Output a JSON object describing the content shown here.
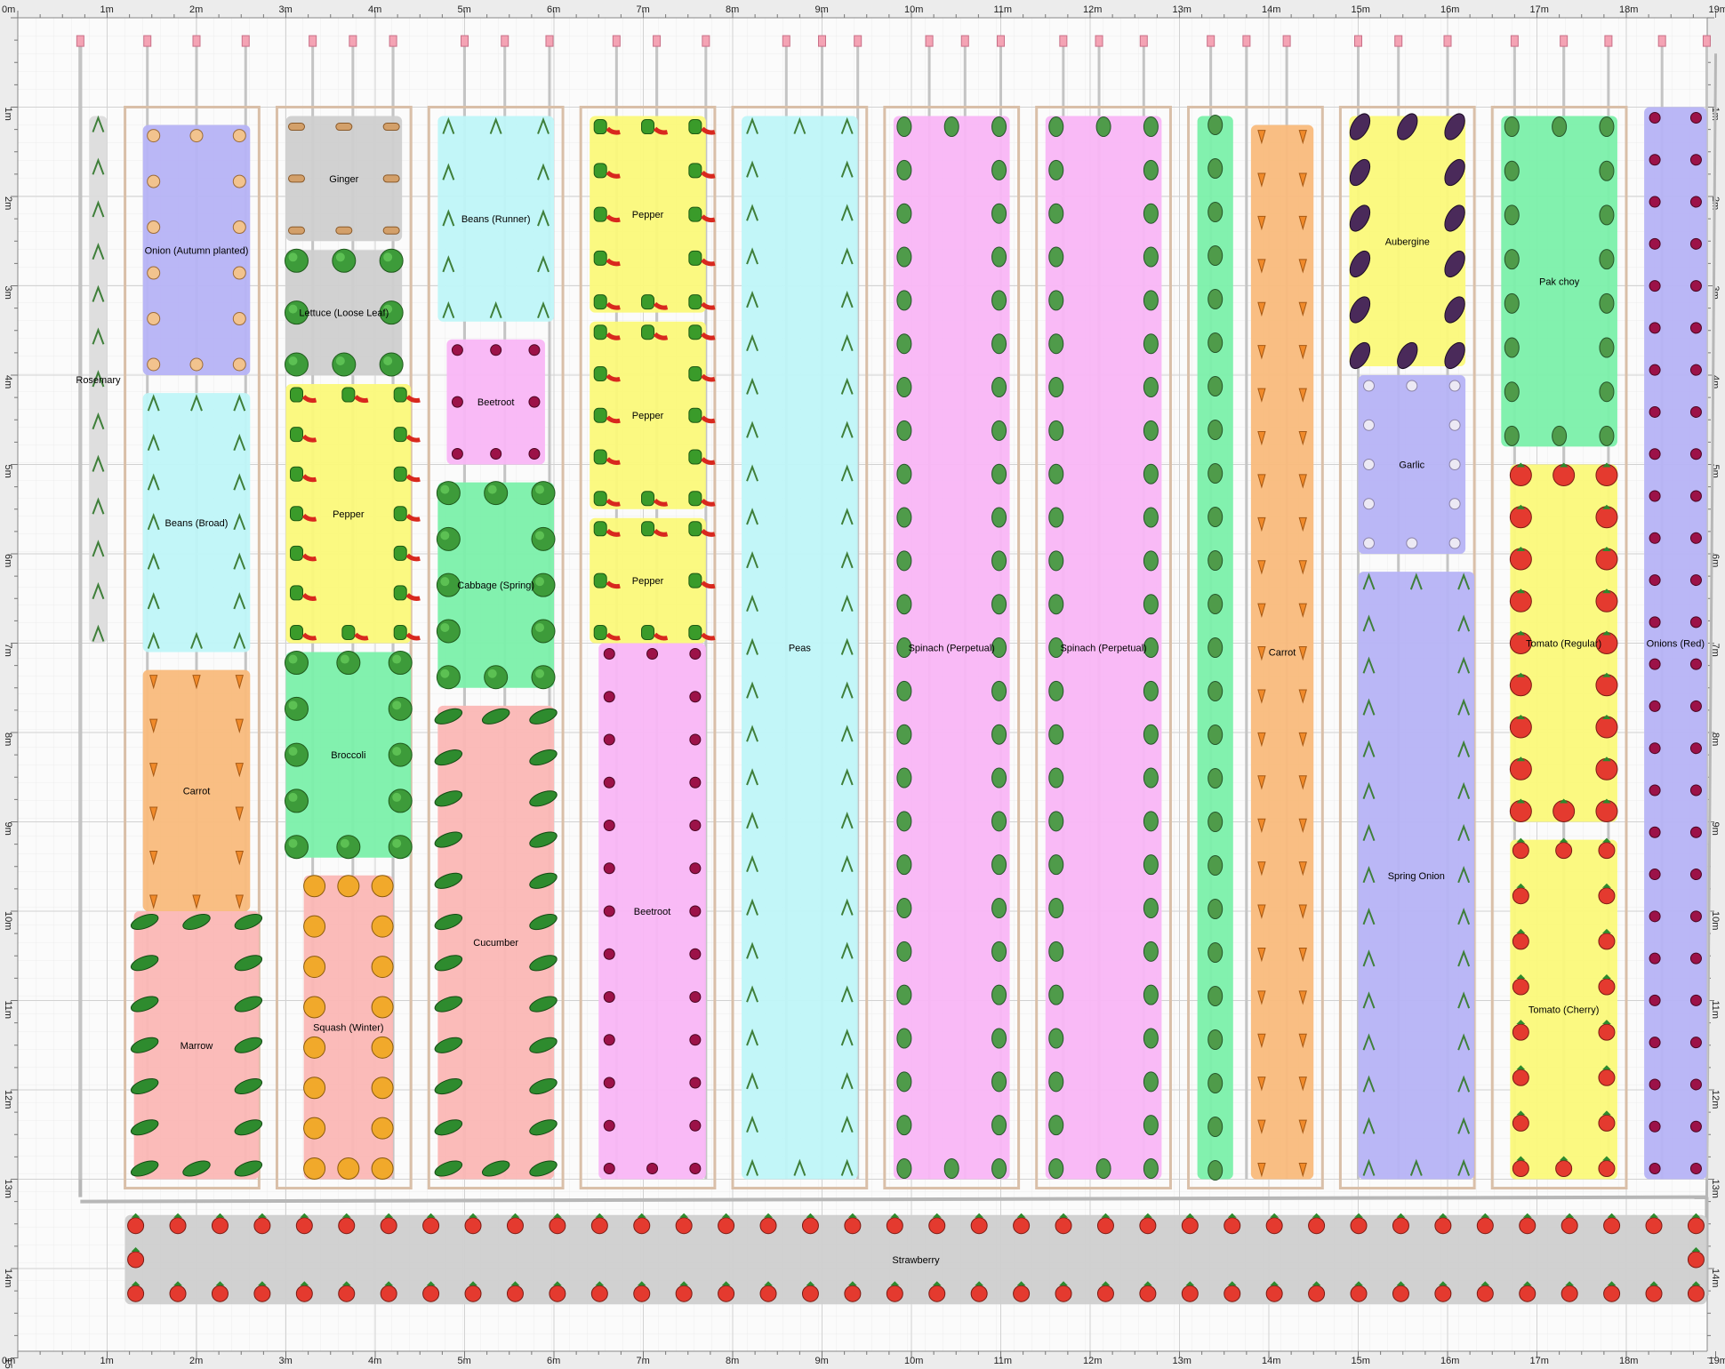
{
  "rulers": {
    "top": [
      "0m",
      "1m",
      "2m",
      "3m",
      "4m",
      "5m",
      "6m",
      "7m",
      "8m",
      "9m",
      "10m",
      "11m",
      "12m",
      "13m",
      "14m",
      "15m",
      "16m",
      "17m",
      "18m",
      "19m"
    ],
    "left": [
      "1m",
      "2m",
      "3m",
      "4m",
      "5m",
      "6m",
      "7m",
      "8m",
      "9m",
      "10m",
      "11m",
      "12m",
      "13m",
      "14m",
      "15m"
    ],
    "right": [
      "1m",
      "2m",
      "3m",
      "4m",
      "5m",
      "6m",
      "7m",
      "8m",
      "9m",
      "10m",
      "11m",
      "12m",
      "13m",
      "14m"
    ],
    "bottom": [
      "0m",
      "1m",
      "2m",
      "3m",
      "4m",
      "5m",
      "6m",
      "7m",
      "8m",
      "9m",
      "10m",
      "11m",
      "12m",
      "13m",
      "14m",
      "15m",
      "16m",
      "17m",
      "18m",
      "19m"
    ]
  },
  "beds": [
    {
      "label": "",
      "x0": 1.2,
      "x1": 2.7,
      "y0": 1.0,
      "y1": 13.1
    },
    {
      "label": "",
      "x0": 2.9,
      "x1": 4.4,
      "y0": 1.0,
      "y1": 13.1
    },
    {
      "label": "",
      "x0": 4.6,
      "x1": 6.1,
      "y0": 1.0,
      "y1": 13.1
    },
    {
      "label": "",
      "x0": 6.3,
      "x1": 7.8,
      "y0": 1.0,
      "y1": 13.1
    },
    {
      "label": "",
      "x0": 8.0,
      "x1": 9.5,
      "y0": 1.0,
      "y1": 13.1
    },
    {
      "label": "",
      "x0": 9.7,
      "x1": 11.2,
      "y0": 1.0,
      "y1": 13.1
    },
    {
      "label": "",
      "x0": 11.4,
      "x1": 12.9,
      "y0": 1.0,
      "y1": 13.1
    },
    {
      "label": "",
      "x0": 13.1,
      "x1": 14.6,
      "y0": 1.0,
      "y1": 13.1
    },
    {
      "label": "",
      "x0": 14.8,
      "x1": 16.3,
      "y0": 1.0,
      "y1": 13.1
    },
    {
      "label": "",
      "x0": 16.5,
      "x1": 18.0,
      "y0": 1.0,
      "y1": 13.1
    }
  ],
  "plants": [
    {
      "label": "Rosemary",
      "x0": 0.8,
      "x1": 1.0,
      "y0": 1.1,
      "y1": 7.0,
      "color": "#dcdcdc",
      "icon": "rosemary-icon"
    },
    {
      "label": "Onion (Autumn planted)",
      "x0": 1.4,
      "x1": 2.6,
      "y0": 1.2,
      "y1": 4.0,
      "color": "#b6b3f5",
      "icon": "onion-icon"
    },
    {
      "label": "Beans (Broad)",
      "x0": 1.4,
      "x1": 2.6,
      "y0": 4.2,
      "y1": 7.1,
      "color": "#bff6f8",
      "icon": "bean-icon"
    },
    {
      "label": "Carrot",
      "x0": 1.4,
      "x1": 2.6,
      "y0": 7.3,
      "y1": 10.0,
      "color": "#f9bb7c",
      "icon": "carrot-icon"
    },
    {
      "label": "Marrow",
      "x0": 1.3,
      "x1": 2.7,
      "y0": 10.0,
      "y1": 13.0,
      "color": "#fbb7b5",
      "icon": "marrow-icon"
    },
    {
      "label": "Ginger",
      "x0": 3.0,
      "x1": 4.3,
      "y0": 1.1,
      "y1": 2.5,
      "color": "#cfcfcf",
      "icon": "ginger-icon"
    },
    {
      "label": "Lettuce (Loose Leaf)",
      "x0": 3.0,
      "x1": 4.3,
      "y0": 2.6,
      "y1": 4.0,
      "color": "#cfcfcf",
      "icon": "lettuce-icon"
    },
    {
      "label": "Pepper",
      "x0": 3.0,
      "x1": 4.4,
      "y0": 4.1,
      "y1": 7.0,
      "color": "#fbf97a",
      "icon": "pepper-icon"
    },
    {
      "label": "Broccoli",
      "x0": 3.0,
      "x1": 4.4,
      "y0": 7.1,
      "y1": 9.4,
      "color": "#7bf0aa",
      "icon": "broccoli-icon"
    },
    {
      "label": "Squash (Winter)",
      "x0": 3.2,
      "x1": 4.2,
      "y0": 9.6,
      "y1": 13.0,
      "color": "#fbb7b5",
      "icon": "squash-icon"
    },
    {
      "label": "Beans (Runner)",
      "x0": 4.7,
      "x1": 6.0,
      "y0": 1.1,
      "y1": 3.4,
      "color": "#bff6f8",
      "icon": "bean-icon"
    },
    {
      "label": "Beetroot",
      "x0": 4.8,
      "x1": 5.9,
      "y0": 3.6,
      "y1": 5.0,
      "color": "#f9b6f6",
      "icon": "beetroot-icon"
    },
    {
      "label": "Cabbage (Spring)",
      "x0": 4.7,
      "x1": 6.0,
      "y0": 5.2,
      "y1": 7.5,
      "color": "#7bf0aa",
      "icon": "cabbage-icon"
    },
    {
      "label": "Cucumber",
      "x0": 4.7,
      "x1": 6.0,
      "y0": 7.7,
      "y1": 13.0,
      "color": "#fbb7b5",
      "icon": "cucumber-icon"
    },
    {
      "label": "Pepper",
      "x0": 6.4,
      "x1": 7.7,
      "y0": 1.1,
      "y1": 3.3,
      "color": "#fbf97a",
      "icon": "pepper-icon"
    },
    {
      "label": "Pepper",
      "x0": 6.4,
      "x1": 7.7,
      "y0": 3.4,
      "y1": 5.5,
      "color": "#fbf97a",
      "icon": "pepper-icon"
    },
    {
      "label": "Pepper",
      "x0": 6.4,
      "x1": 7.7,
      "y0": 5.6,
      "y1": 7.0,
      "color": "#fbf97a",
      "icon": "pepper-icon"
    },
    {
      "label": "Beetroot",
      "x0": 6.5,
      "x1": 7.7,
      "y0": 7.0,
      "y1": 13.0,
      "color": "#f9b6f6",
      "icon": "beetroot-icon"
    },
    {
      "label": "Peas",
      "x0": 8.1,
      "x1": 9.4,
      "y0": 1.1,
      "y1": 13.0,
      "color": "#bff6f8",
      "icon": "pea-icon"
    },
    {
      "label": "Spinach (Perpetual)",
      "x0": 9.8,
      "x1": 11.1,
      "y0": 1.1,
      "y1": 13.0,
      "color": "#f9b6f6",
      "icon": "spinach-icon"
    },
    {
      "label": "Spinach (Perpetual)",
      "x0": 11.5,
      "x1": 12.8,
      "y0": 1.1,
      "y1": 13.0,
      "color": "#f9b6f6",
      "icon": "spinach-icon"
    },
    {
      "label": "",
      "x0": 13.2,
      "x1": 13.6,
      "y0": 1.1,
      "y1": 13.0,
      "color": "#7bf0aa",
      "icon": "kale-icon"
    },
    {
      "label": "Carrot",
      "x0": 13.8,
      "x1": 14.5,
      "y0": 1.2,
      "y1": 13.0,
      "color": "#f9bb7c",
      "icon": "carrot-icon"
    },
    {
      "label": "Aubergine",
      "x0": 14.9,
      "x1": 16.2,
      "y0": 1.1,
      "y1": 3.9,
      "color": "#fbf97a",
      "icon": "aubergine-icon"
    },
    {
      "label": "Garlic",
      "x0": 15.0,
      "x1": 16.2,
      "y0": 4.0,
      "y1": 6.0,
      "color": "#b6b3f5",
      "icon": "garlic-icon"
    },
    {
      "label": "Spring Onion",
      "x0": 15.0,
      "x1": 16.3,
      "y0": 6.2,
      "y1": 13.0,
      "color": "#b6b3f5",
      "icon": "spring-onion-icon"
    },
    {
      "label": "Pak choy",
      "x0": 16.6,
      "x1": 17.9,
      "y0": 1.1,
      "y1": 4.8,
      "color": "#7bf0aa",
      "icon": "pak-choy-icon"
    },
    {
      "label": "Tomato (Regular)",
      "x0": 16.7,
      "x1": 17.9,
      "y0": 5.0,
      "y1": 9.0,
      "color": "#fbf97a",
      "icon": "tomato-icon"
    },
    {
      "label": "Tomato (Cherry)",
      "x0": 16.7,
      "x1": 17.9,
      "y0": 9.2,
      "y1": 13.0,
      "color": "#fbf97a",
      "icon": "cherry-tomato-icon"
    },
    {
      "label": "Onions (Red)",
      "x0": 18.2,
      "x1": 18.9,
      "y0": 1.0,
      "y1": 13.0,
      "color": "#b6b3f5",
      "icon": "red-onion-icon"
    },
    {
      "label": "Strawberry",
      "x0": 1.2,
      "x1": 18.9,
      "y0": 13.4,
      "y1": 14.4,
      "color": "#cfcfcf",
      "icon": "strawberry-icon"
    }
  ]
}
